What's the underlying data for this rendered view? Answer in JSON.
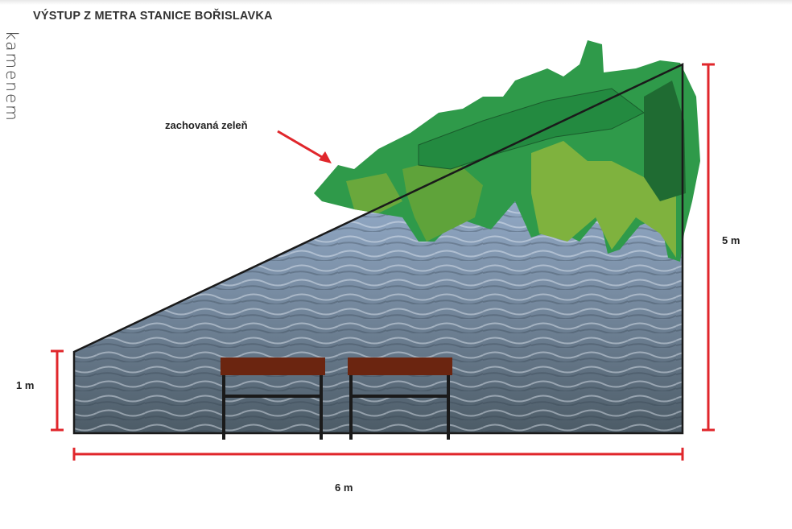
{
  "title": "VÝSTUP Z METRA STANICE BOŘISLAVKA",
  "logo_text": "kamenem",
  "annotation": "zachovaná zeleň",
  "dimensions": {
    "left_height": "1 m",
    "right_height": "5 m",
    "width": "6 m"
  },
  "colors": {
    "dimension": "#e0262b",
    "bench_top": "#6b2510",
    "green_dark": "#1f7a3a",
    "green_light": "#6aa83c"
  }
}
